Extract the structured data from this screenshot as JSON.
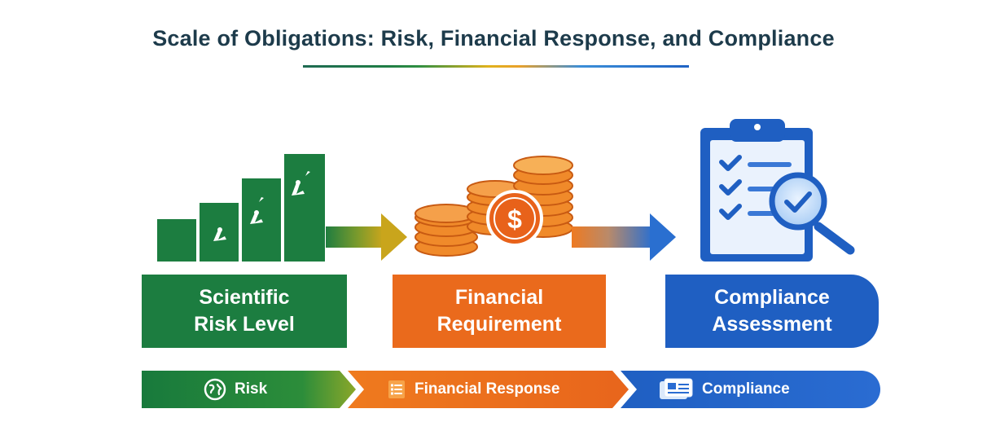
{
  "title": "Scale of Obligations: Risk, Financial Response, and Compliance",
  "stages": [
    {
      "label": "Scientific\nRisk Level",
      "icon": "rising-bars-icon",
      "color": "#1c7d40"
    },
    {
      "label": "Financial\nRequirement",
      "icon": "coin-stacks-icon",
      "color": "#ea6a1c"
    },
    {
      "label": "Compliance\nAssessment",
      "icon": "clipboard-magnifier-icon",
      "color": "#1f5fc2"
    }
  ],
  "footer": [
    {
      "label": "Risk",
      "icon": "globe-icon"
    },
    {
      "label": "Financial Response",
      "icon": "checklist-icon"
    },
    {
      "label": "Compliance",
      "icon": "document-icon"
    }
  ]
}
